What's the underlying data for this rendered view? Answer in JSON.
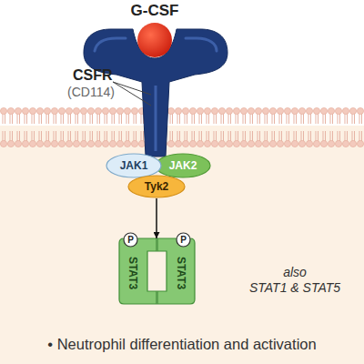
{
  "diagram": {
    "title": "G-CSF",
    "caption": "• Neutrophil differentiation and activation",
    "nodes": [
      {
        "text": [
          "JAK1"
        ]
      },
      {
        "text": [
          "JAK2"
        ]
      },
      {
        "text": [
          "Tyk2"
        ]
      },
      {
        "text": [
          "STAT3"
        ]
      },
      {
        "text": [
          "P"
        ],
        "in": 3
      },
      {
        "text": [
          "STAT3"
        ]
      },
      {
        "text": [
          "P"
        ],
        "in": 5
      }
    ],
    "edges": [
      {
        "from": 2,
        "to": 3,
        "arrow": "to"
      }
    ],
    "labels": [
      "CSFR",
      "(CD114)",
      "also STAT1 & STAT5"
    ]
  }
}
